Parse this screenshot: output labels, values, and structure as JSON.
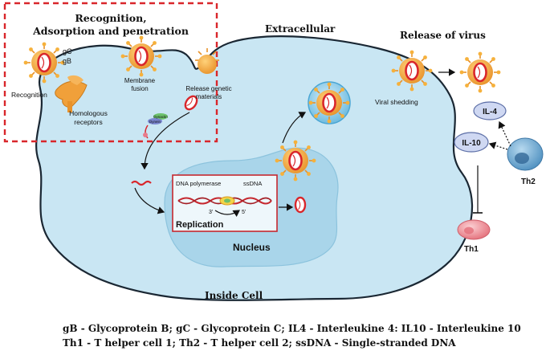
{
  "labels": {
    "recognition_header_1": "Recognition,",
    "recognition_header_2": "Adsorption and penetration",
    "gc": "gC",
    "gb": "gB",
    "recognition": "Recognition",
    "homologous_1": "Homologous",
    "homologous_2": "receptors",
    "membrane_1": "Membrane",
    "membrane_2": "fusion",
    "release_genetic_1": "Release genetic",
    "release_genetic_2": "materials",
    "dynactin": "Dynactin",
    "dynein": "Dynein",
    "extracellular": "Extracellular",
    "release_of_virus": "Release of virus",
    "viral_shedding": "Viral shedding",
    "dna_polymerase": "DNA polymerase",
    "ssdna": "ssDNA",
    "three_prime": "3'",
    "five_prime": "5'",
    "replication": "Replication",
    "nucleus": "Nucleus",
    "inside_cell": "Inside Cell",
    "il4": "IL-4",
    "il10": "IL-10",
    "th2": "Th2",
    "th1": "Th1"
  },
  "legend": {
    "line1": "gB - Glycoprotein B; gC - Glycoprotein C; IL4 - Interleukine 4: IL10 - Interleukine 10",
    "line2": "Th1 - T helper cell 1; Th2 - T helper cell 2; ssDNA - Single-stranded DNA"
  },
  "colors": {
    "cell_fill": "#c9e6f3",
    "cell_stroke": "#1a2733",
    "nucleus_fill": "#a9d5ea",
    "dashed_box": "#d9262b",
    "capsid": "#d9262b",
    "envelope": "#f2a533",
    "il_fill": "#cfd8f2",
    "th2_fill": "#7fb3d6",
    "th1_fill": "#f0a0a6"
  }
}
